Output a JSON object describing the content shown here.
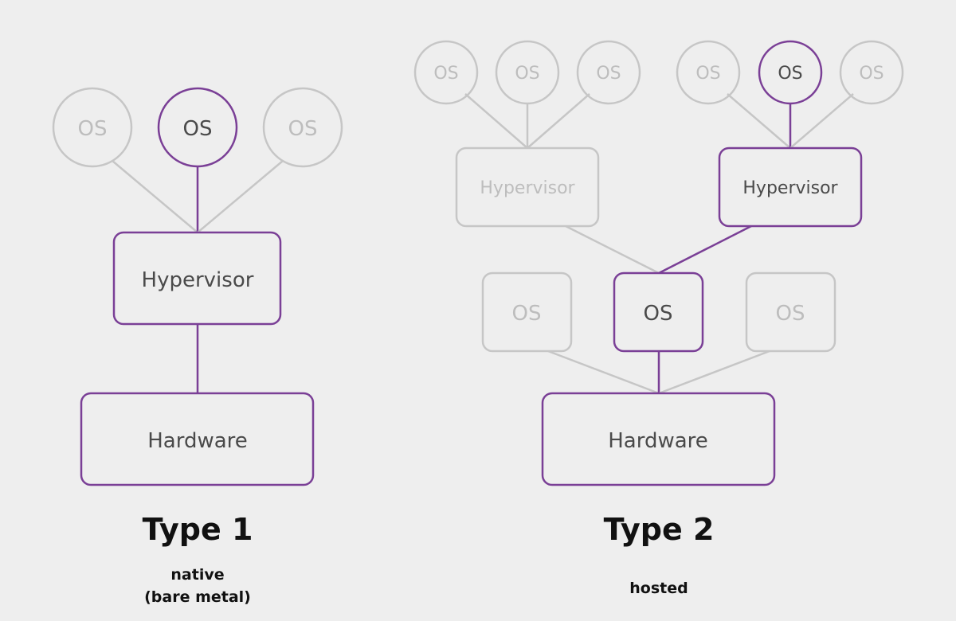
{
  "type1": {
    "title": "Type 1",
    "subtitle_line1": "native",
    "subtitle_line2": "(bare metal)",
    "os_left": "OS",
    "os_center": "OS",
    "os_right": "OS",
    "hypervisor": "Hypervisor",
    "hardware": "Hardware"
  },
  "type2": {
    "title": "Type 2",
    "subtitle": "hosted",
    "guest_left": [
      "OS",
      "OS",
      "OS"
    ],
    "guest_right": [
      "OS",
      "OS",
      "OS"
    ],
    "hypervisor_left": "Hypervisor",
    "hypervisor_right": "Hypervisor",
    "host_os": [
      "OS",
      "OS",
      "OS"
    ],
    "hardware": "Hardware"
  },
  "colors": {
    "highlight": "#7a3f96",
    "inactive": "#c6c6c6",
    "background": "#eeeeee"
  }
}
